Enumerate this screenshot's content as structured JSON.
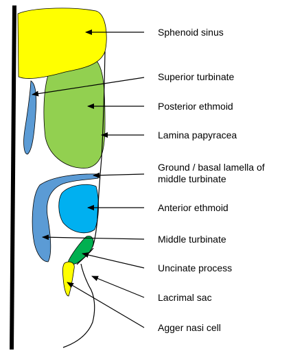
{
  "labels": {
    "sphenoid_sinus": "Sphenoid sinus",
    "superior_turbinate": "Superior turbinate",
    "posterior_ethmoid": "Posterior ethmoid",
    "lamina_papyracea": "Lamina papyracea",
    "ground_lamella_line1": "Ground / basal lamella of",
    "ground_lamella_line2": "middle turbinate",
    "anterior_ethmoid": "Anterior ethmoid",
    "middle_turbinate": "Middle turbinate",
    "uncinate_process": "Uncinate process",
    "lacrimal_sac": "Lacrimal sac",
    "agger_nasi_cell": "Agger nasi cell"
  },
  "colors": {
    "sphenoid_sinus": "#ffff00",
    "posterior_ethmoid": "#92d050",
    "anterior_ethmoid": "#00b0f0",
    "turbinates": "#5b9bd5",
    "uncinate_process": "#00b050",
    "agger_nasi_cell": "#ffff00",
    "septum": "#000000",
    "outline": "#000000"
  }
}
